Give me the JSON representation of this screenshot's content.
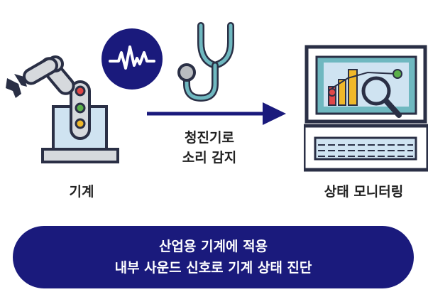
{
  "machine": {
    "label": "기계"
  },
  "sensing": {
    "line1": "청진기로",
    "line2": "소리 감지"
  },
  "monitoring": {
    "label": "상태 모니터링"
  },
  "banner": {
    "line1": "산업용 기계에 적용",
    "line2": "내부 사운드 신호로 기계 상태 진단"
  },
  "colors": {
    "navy": "#1a1a7c",
    "teal": "#6fb8c0",
    "gray": "#b9bcc0",
    "light_blue": "#cfe3f1"
  },
  "icons": [
    "robot-arm-icon",
    "sound-wave-icon",
    "stethoscope-icon",
    "arrow-icon",
    "monitor-icon",
    "magnifier-icon",
    "keyboard-icon"
  ]
}
